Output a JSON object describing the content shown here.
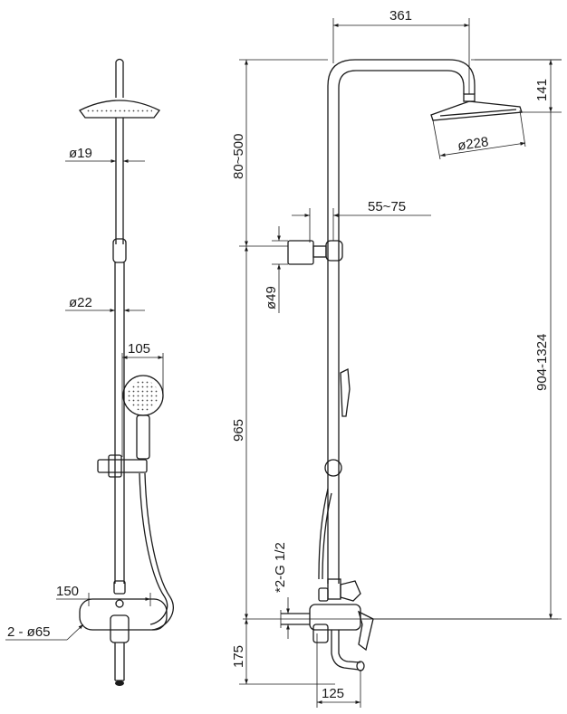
{
  "front_view": {
    "labels": {
      "rod_diameter_upper": "ø19",
      "rod_diameter_lower": "ø22",
      "handshower_width": "105",
      "mixer_center_distance": "150",
      "escutcheon_diameter": "2 - ø65"
    }
  },
  "side_view": {
    "labels": {
      "arm_reach": "361",
      "head_drop": "141",
      "head_diameter": "ø228",
      "upper_adjustable": "80~500",
      "holder_offset": "55~75",
      "holder_diameter": "ø49",
      "total_height": "904-1324",
      "rod_height": "965",
      "inlet_thread": "*2-G 1/2",
      "spout_drop": "175",
      "spout_projection": "125"
    }
  }
}
